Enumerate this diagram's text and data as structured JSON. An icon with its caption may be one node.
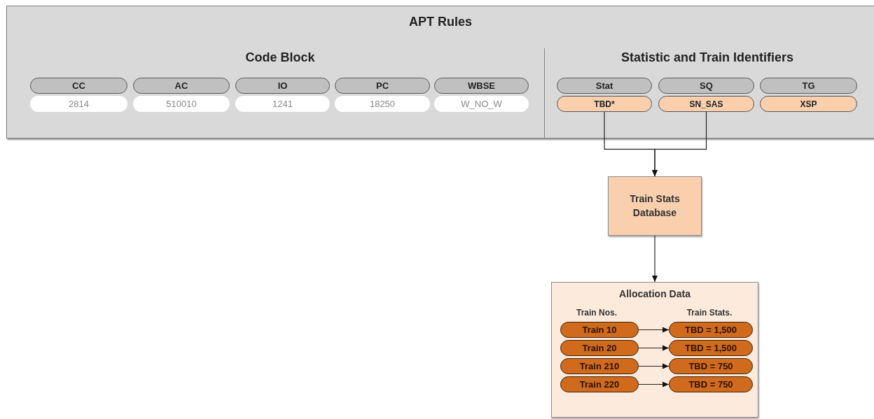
{
  "diagram": {
    "nodes": [
      {
        "text": [
          "APT Rules"
        ]
      },
      {
        "text": [
          "CC"
        ],
        "in": 0
      },
      {
        "text": [
          "AC"
        ],
        "in": 0
      },
      {
        "text": [
          "IO"
        ],
        "in": 0
      },
      {
        "text": [
          "PC"
        ],
        "in": 0
      },
      {
        "text": [
          "WBSE"
        ],
        "in": 0
      },
      {
        "text": [
          "2814"
        ],
        "in": 0
      },
      {
        "text": [
          "510010"
        ],
        "in": 0
      },
      {
        "text": [
          "1241"
        ],
        "in": 0
      },
      {
        "text": [
          "18250"
        ],
        "in": 0
      },
      {
        "text": [
          "W_NO_W"
        ],
        "in": 0
      },
      {
        "text": [
          "Stat"
        ],
        "in": 0
      },
      {
        "text": [
          "SQ"
        ],
        "in": 0
      },
      {
        "text": [
          "TG"
        ],
        "in": 0
      },
      {
        "text": [
          "TBD*"
        ],
        "in": 0
      },
      {
        "text": [
          "SN_SAS"
        ],
        "in": 0
      },
      {
        "text": [
          "XSP"
        ],
        "in": 0
      },
      {
        "text": [
          "Train Stats Database"
        ]
      },
      {
        "text": [
          "Allocation Data",
          "Train Nos.",
          "Train Stats."
        ]
      },
      {
        "text": [
          "Train 10"
        ],
        "in": 18
      },
      {
        "text": [
          "TBD = 1,500"
        ],
        "in": 18
      },
      {
        "text": [
          "Train 20"
        ],
        "in": 18
      },
      {
        "text": [
          "TBD = 1,500"
        ],
        "in": 18
      },
      {
        "text": [
          "Train 210"
        ],
        "in": 18
      },
      {
        "text": [
          "TBD = 750"
        ],
        "in": 18
      },
      {
        "text": [
          "Train 220"
        ],
        "in": 18
      },
      {
        "text": [
          "TBD = 750"
        ],
        "in": 18
      }
    ],
    "edges": [
      {
        "from": 14,
        "to": 17,
        "arrow": "to"
      },
      {
        "from": 15,
        "to": 17,
        "arrow": "to"
      },
      {
        "from": 17,
        "to": 18,
        "arrow": "to"
      },
      {
        "from": 19,
        "to": 20,
        "arrow": "to"
      },
      {
        "from": 21,
        "to": 22,
        "arrow": "to"
      },
      {
        "from": 23,
        "to": 24,
        "arrow": "to"
      },
      {
        "from": 25,
        "to": 26,
        "arrow": "to"
      }
    ],
    "labels": [
      "Code Block",
      "Statistic and Train Identifiers"
    ]
  }
}
